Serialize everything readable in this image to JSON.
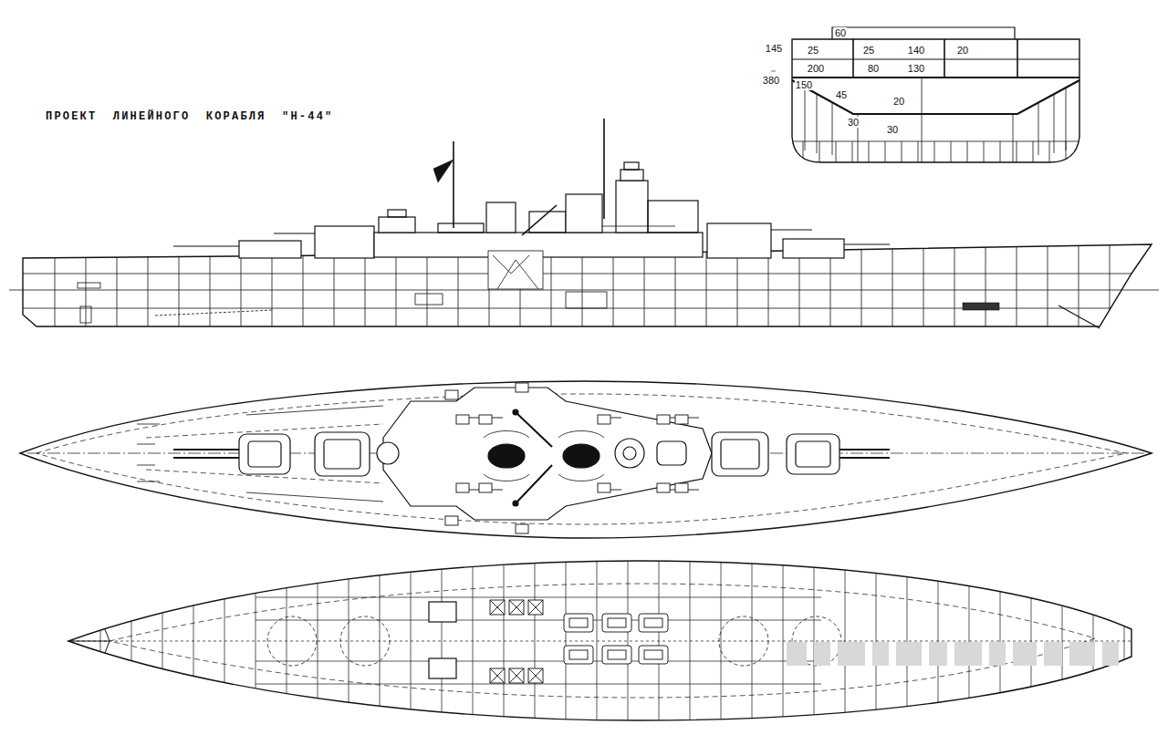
{
  "diagram": {
    "title": "ПРОЕКТ ЛИНЕЙНОГО КОРАБЛЯ \"Н-44\"",
    "labels": [
      "60",
      "145",
      "25",
      "25",
      "140",
      "20",
      "200",
      "80",
      "130",
      "380",
      "150",
      "45",
      "20",
      "30",
      "30"
    ]
  }
}
